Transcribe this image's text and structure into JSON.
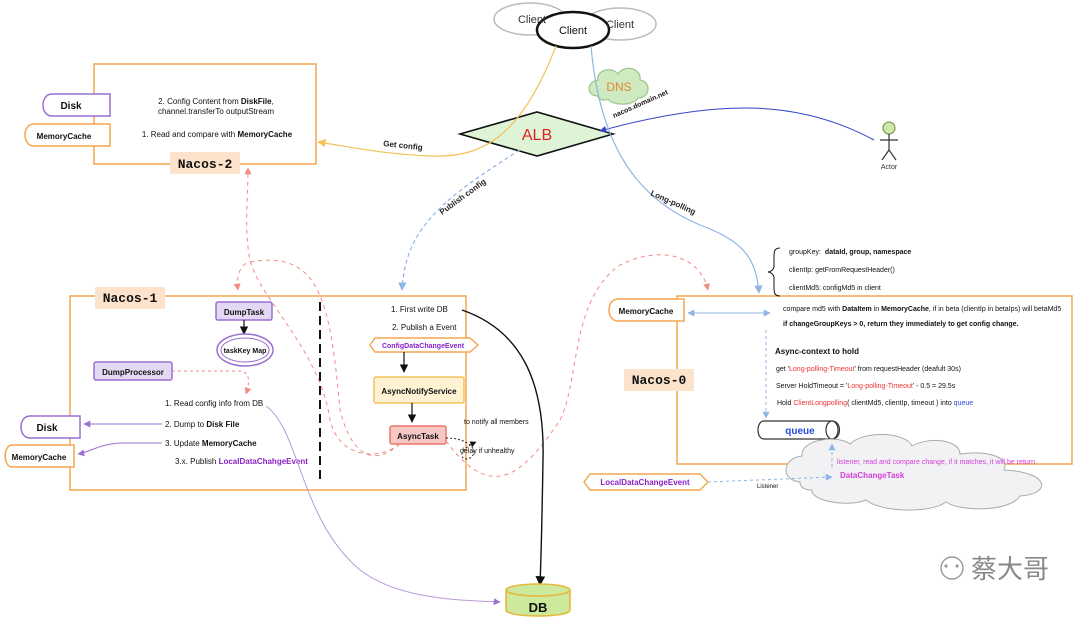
{
  "clients": {
    "left": "Client",
    "center": "Client",
    "right": "Client"
  },
  "dns": {
    "label": "DNS",
    "domain": "nacos.domain.net"
  },
  "alb": {
    "label": "ALB"
  },
  "actor": {
    "label": "Actor"
  },
  "arrows": {
    "get_config": "Get config",
    "publish_config": "Publish config",
    "long_polling": "Long-polling"
  },
  "nacos2": {
    "title": "Nacos-2",
    "line1": "2. Config Content from ",
    "line1_bold": "DiskFile",
    "line1_end": ",",
    "line2": "channel.transferTo outputStream",
    "line3": "1. Read and compare with ",
    "line3_bold": "MemoryCache",
    "disk": "Disk",
    "memory_cache": "MemoryCache"
  },
  "nacos1": {
    "title": "Nacos-1",
    "dump_task": "DumpTask",
    "task_key_map": "taskKey Map",
    "dump_processor": "DumpProcessor",
    "step1": "1. Read config info from DB",
    "step2": "2. Dump to ",
    "step2_bold": "Disk File",
    "step3": "3. Update ",
    "step3_bold": "MemoryCache",
    "step3x": "3.x. Publish ",
    "step3x_event": "LocalDataChahgeEvent",
    "right_step1": "1. First write DB",
    "right_step2": "2. Publish a Event",
    "config_event": "ConfigDataChangeEvent",
    "async_notify": "AsyncNotifyService",
    "async_task": "AsyncTask",
    "notify_members": "to notify all members",
    "delay_unhealthy": "delay if unhealthy",
    "disk": "Disk",
    "memory_cache": "MemoryCache"
  },
  "nacos0": {
    "title": "Nacos-0",
    "memory_cache": "MemoryCache",
    "group_key_label": "groupKey:",
    "group_key_value": "dataId,  group,  namespace",
    "client_ip": "clientIp:  getFromRequestHeader()",
    "client_md5": "clientMd5:   configMd5 in client",
    "compare_1": "compare md5 with ",
    "compare_dataitem": "DataItem",
    "compare_2": " in ",
    "compare_memcache": "MemoryCache",
    "compare_3": ",  if in beta (clientIp in betaIps)  will betaMd5",
    "change_keys": "if changeGroupKeys > 0, return they immediately to get config change.",
    "async_context": "Async-context  to  hold",
    "get_1": "get '",
    "get_timeout": "Long-polling-Timeout",
    "get_2": "' from requestHeader (deafult 30s)",
    "server_1": "Server HoldTimeout = '",
    "server_timeout": "Long-polling-Timeout",
    "server_2": "' - 0.5 = 29.5s",
    "hold_1": "Hold ",
    "hold_client": "ClientLongpolling",
    "hold_2": "( clientMd5, clientIp, timeout )  into ",
    "hold_queue": "queue",
    "queue": "queue",
    "listener_note": "listener, read and compare change, if it matches, it will be return",
    "data_change_task": "DataChangeTask",
    "local_event": "LocalDataChangeEvent",
    "listener": "Listener"
  },
  "db": {
    "label": "DB"
  },
  "watermark": {
    "text": "蔡大哥"
  },
  "colors": {
    "orange_border": "#f4a64f",
    "title_bg": "#fde3cc",
    "purple": "#9a70d0",
    "dump_fill": "#e3d9f5",
    "async_task_fill": "#f6c7c3",
    "async_notify_fill": "#fff3d4",
    "db_fill": "#cdea9c",
    "pink_dash": "#f08c80",
    "blue_line": "#8fb5e2",
    "alb_fill": "#d9f2d0",
    "magenta": "#d43cd9",
    "purple_text": "#8a22c6"
  }
}
